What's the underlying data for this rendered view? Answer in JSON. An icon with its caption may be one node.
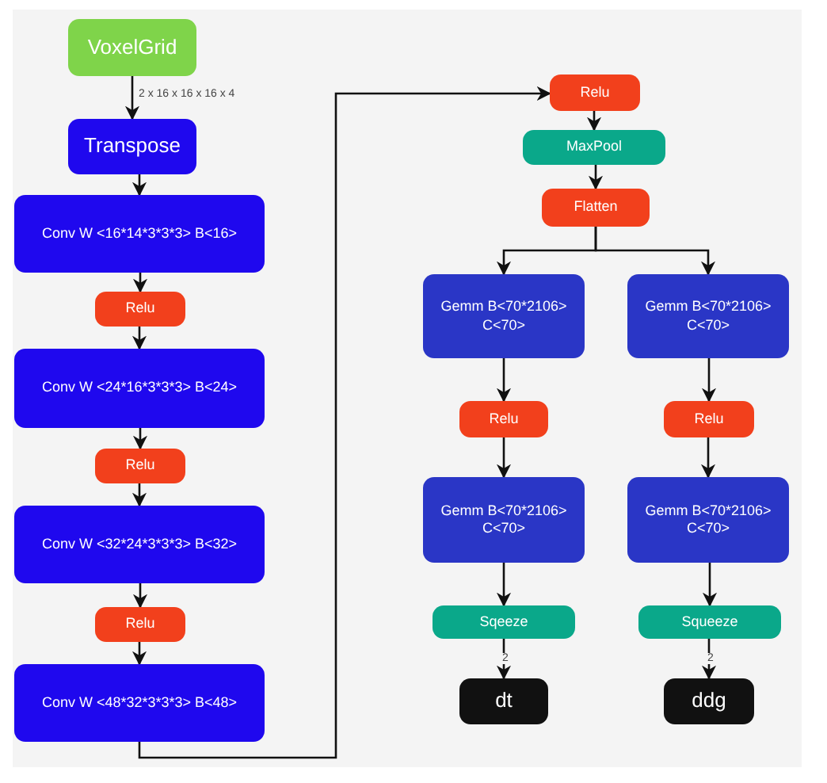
{
  "diagram": {
    "nodes": [
      {
        "text": [
          "VoxelGrid"
        ]
      },
      {
        "text": [
          "Transpose"
        ]
      },
      {
        "text": [
          "Conv W <16*14*3*3*3> B<16>"
        ]
      },
      {
        "text": [
          "Relu"
        ]
      },
      {
        "text": [
          "Conv W <24*16*3*3*3> B<24>"
        ]
      },
      {
        "text": [
          "Relu"
        ]
      },
      {
        "text": [
          "Conv W <32*24*3*3*3> B<32>"
        ]
      },
      {
        "text": [
          "Relu"
        ]
      },
      {
        "text": [
          "Conv W <48*32*3*3*3> B<48>"
        ]
      },
      {
        "text": [
          "Relu"
        ]
      },
      {
        "text": [
          "MaxPool"
        ]
      },
      {
        "text": [
          "Flatten"
        ]
      },
      {
        "text": [
          "Gemm B<70*2106> C<70>"
        ]
      },
      {
        "text": [
          "Gemm B<70*2106> C<70>"
        ]
      },
      {
        "text": [
          "Relu"
        ]
      },
      {
        "text": [
          "Relu"
        ]
      },
      {
        "text": [
          "Gemm B<70*2106> C<70>"
        ]
      },
      {
        "text": [
          "Gemm B<70*2106> C<70>"
        ]
      },
      {
        "text": [
          "Sqeeze"
        ]
      },
      {
        "text": [
          "Squeeze"
        ]
      },
      {
        "text": [
          "dt"
        ]
      },
      {
        "text": [
          "ddg"
        ]
      }
    ],
    "edges": [
      {
        "from": 0,
        "to": 1,
        "arrow": "to",
        "label": "2 x 16 x 16 x 16 x 4"
      },
      {
        "from": 1,
        "to": 2,
        "arrow": "to"
      },
      {
        "from": 2,
        "to": 3,
        "arrow": "to"
      },
      {
        "from": 3,
        "to": 4,
        "arrow": "to"
      },
      {
        "from": 4,
        "to": 5,
        "arrow": "to"
      },
      {
        "from": 5,
        "to": 6,
        "arrow": "to"
      },
      {
        "from": 6,
        "to": 7,
        "arrow": "to"
      },
      {
        "from": 7,
        "to": 8,
        "arrow": "to"
      },
      {
        "from": 8,
        "to": 9,
        "arrow": "to"
      },
      {
        "from": 9,
        "to": 10,
        "arrow": "to"
      },
      {
        "from": 10,
        "to": 11,
        "arrow": "to"
      },
      {
        "from": 11,
        "to": 12,
        "arrow": "to"
      },
      {
        "from": 11,
        "to": 13,
        "arrow": "to"
      },
      {
        "from": 12,
        "to": 14,
        "arrow": "to"
      },
      {
        "from": 13,
        "to": 15,
        "arrow": "to"
      },
      {
        "from": 14,
        "to": 16,
        "arrow": "to"
      },
      {
        "from": 15,
        "to": 17,
        "arrow": "to"
      },
      {
        "from": 16,
        "to": 18,
        "arrow": "to"
      },
      {
        "from": 17,
        "to": 19,
        "arrow": "to"
      },
      {
        "from": 18,
        "to": 20,
        "arrow": "to",
        "label": "2"
      },
      {
        "from": 19,
        "to": 21,
        "arrow": "to",
        "label": "2"
      }
    ]
  }
}
